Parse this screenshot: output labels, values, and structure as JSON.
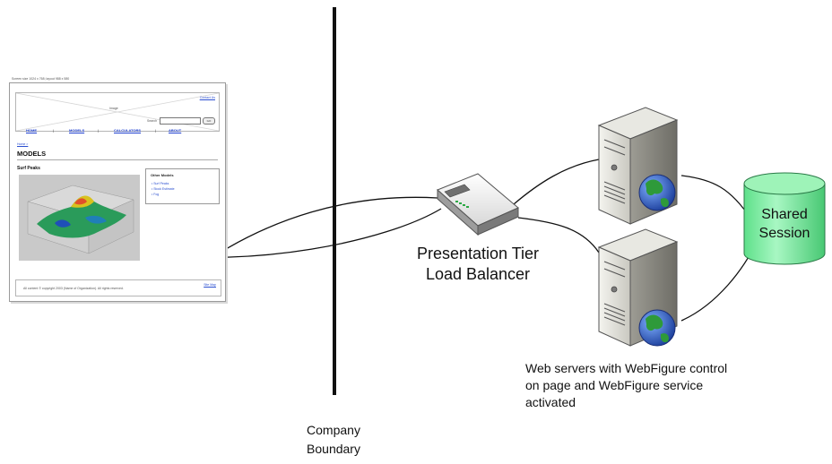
{
  "webpage": {
    "tagline": "Screen size 1024 x 768; layout 988 x 580",
    "contact_link": "Contact Us",
    "header_image_label": "Image",
    "search_label": "Search",
    "go_button": "GO",
    "nav": [
      "HOME",
      "MODELS",
      "CALCULATORS",
      "ABOUT"
    ],
    "home_link": "Home >",
    "page_title": "MODELS",
    "section_title": "Surf Peaks",
    "other_models": {
      "title": "Other Models",
      "items": [
        "Surf Peaks",
        "Stock Estimate",
        "Fog"
      ]
    },
    "copyright": "All content © copyright 2003 (Name of Organization). All rights reserved.",
    "site_map_link": "Site Map"
  },
  "labels": {
    "load_balancer": [
      "Presentation Tier",
      "Load Balancer"
    ],
    "shared_session": [
      "Shared",
      "Session"
    ],
    "web_servers_caption": [
      "Web servers with WebFigure control",
      "on page and WebFigure service",
      "activated"
    ],
    "company_boundary": [
      "Company",
      "Boundary"
    ]
  },
  "colors": {
    "session_fill": "#7ff0a8",
    "boundary_line": "#111111",
    "globe_ocean": "#2c5fc7",
    "globe_land": "#2e9a3a"
  }
}
